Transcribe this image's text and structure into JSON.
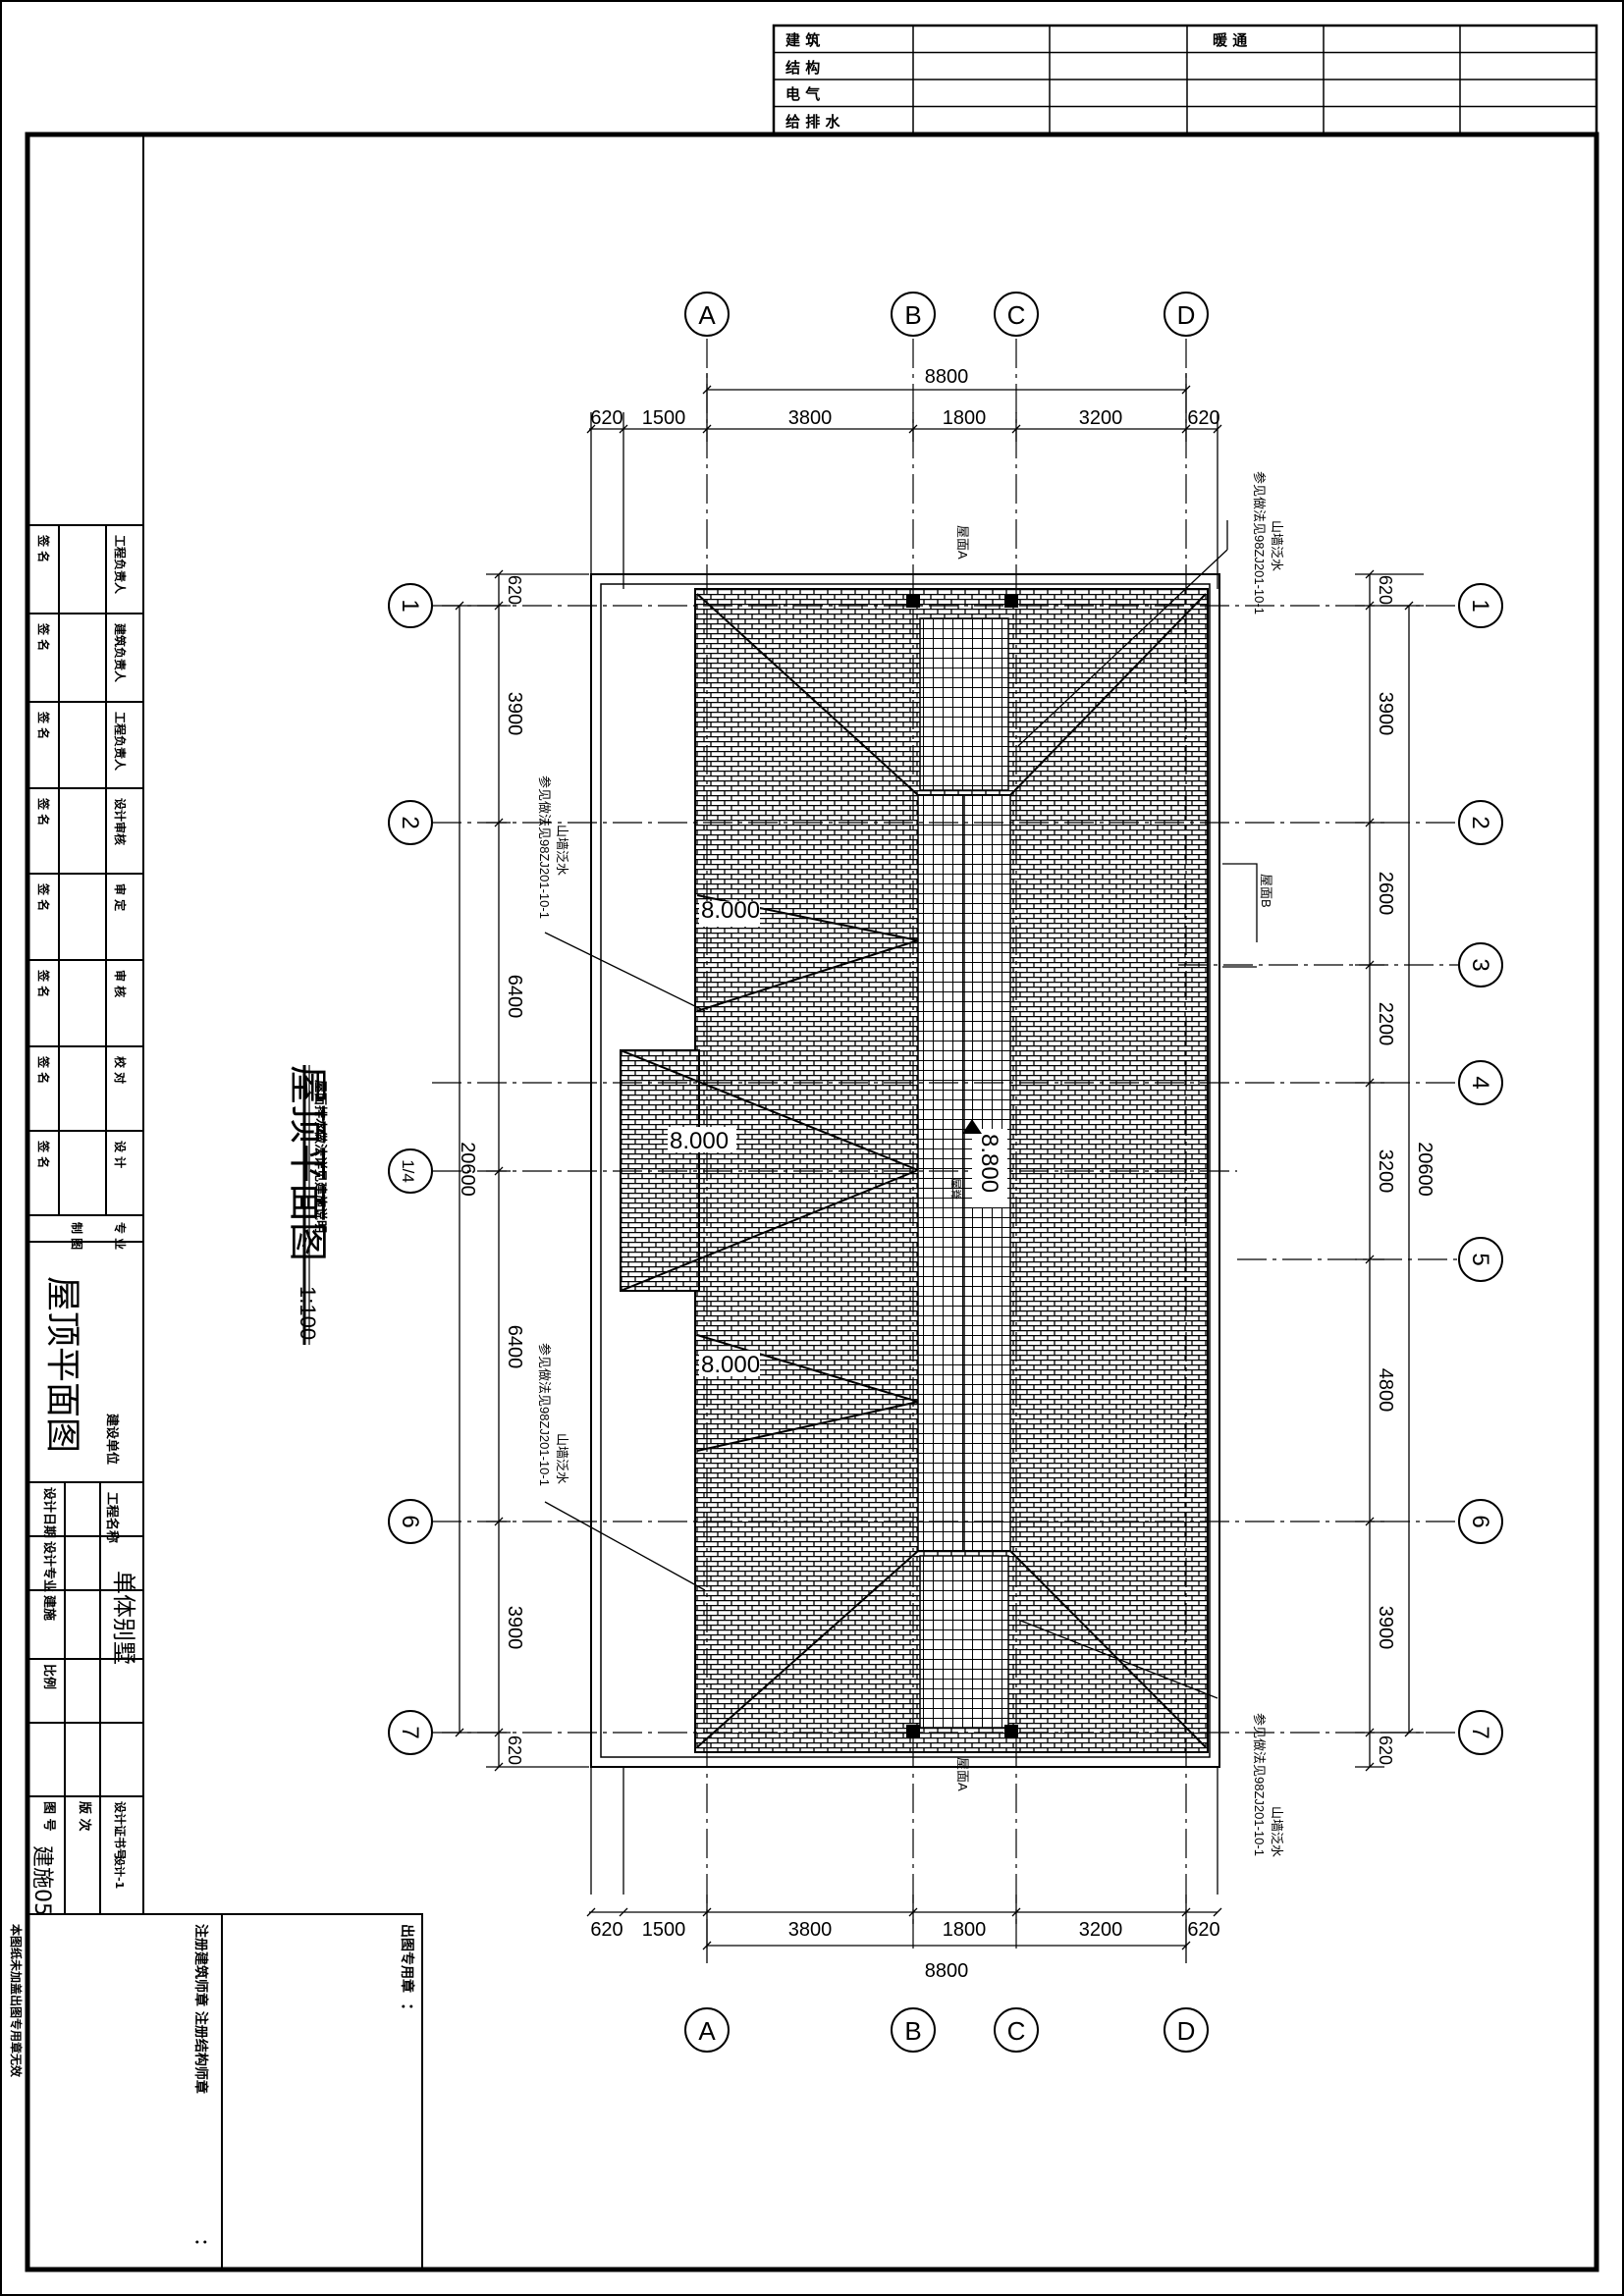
{
  "title_block": {
    "disciplines": [
      "建 筑",
      "结 构",
      "电 气",
      "给 排 水"
    ],
    "hvac": "暖 通",
    "left_rows": [
      "工程负责人",
      "建筑负责人",
      "工程负责人",
      "设计审核",
      "审 定",
      "审 核",
      "校 对",
      "设 计",
      "制 图",
      "专 业"
    ],
    "sign_cell": "签 名",
    "drawing_name": "屋顶平面图",
    "project_label": "工程名称",
    "project_name": "单体别墅",
    "construction_unit": "建设单位",
    "fields": [
      "设计日期",
      "设计专业",
      "建施",
      "比例"
    ],
    "number_label": "图 号",
    "number": "建施05",
    "version": "版 次",
    "cert": "设计证书号",
    "cert_no": "设计-1",
    "stamp1": "注册建筑师章  注册结构师章",
    "stamp2": "出图专用章",
    "colon": "：",
    "footer": "本图纸未加盖出图专用章无效"
  },
  "drawing": {
    "title": "屋顶平面图",
    "scale": "1:100",
    "subtitle": "屋面排水做法详见建施说明",
    "col_axes": [
      "A",
      "B",
      "C",
      "D"
    ],
    "row_axes": [
      "1",
      "2",
      "3",
      "4",
      "1/4",
      "5",
      "6",
      "7"
    ],
    "dim_total_h": "8800",
    "dims_h": [
      "620",
      "1500",
      "3800",
      "1800",
      "3200",
      "620"
    ],
    "dim_total_v": "20600",
    "dims_v_right": [
      "620",
      "3900",
      "2600",
      "2200",
      "3200",
      "4800",
      "3900",
      "620"
    ],
    "dims_v_left": [
      "620",
      "3900",
      "6400",
      "6400",
      "3900",
      "620"
    ],
    "elevations": [
      "8.000",
      "8.000",
      "8.000",
      "8.800"
    ],
    "notes": {
      "roof_a": "屋面A",
      "roof_b": "屋面B",
      "gable": "山墙泛水",
      "ref": "参见做法见98ZJ201-10-1",
      "ridge": "屋脊"
    }
  }
}
